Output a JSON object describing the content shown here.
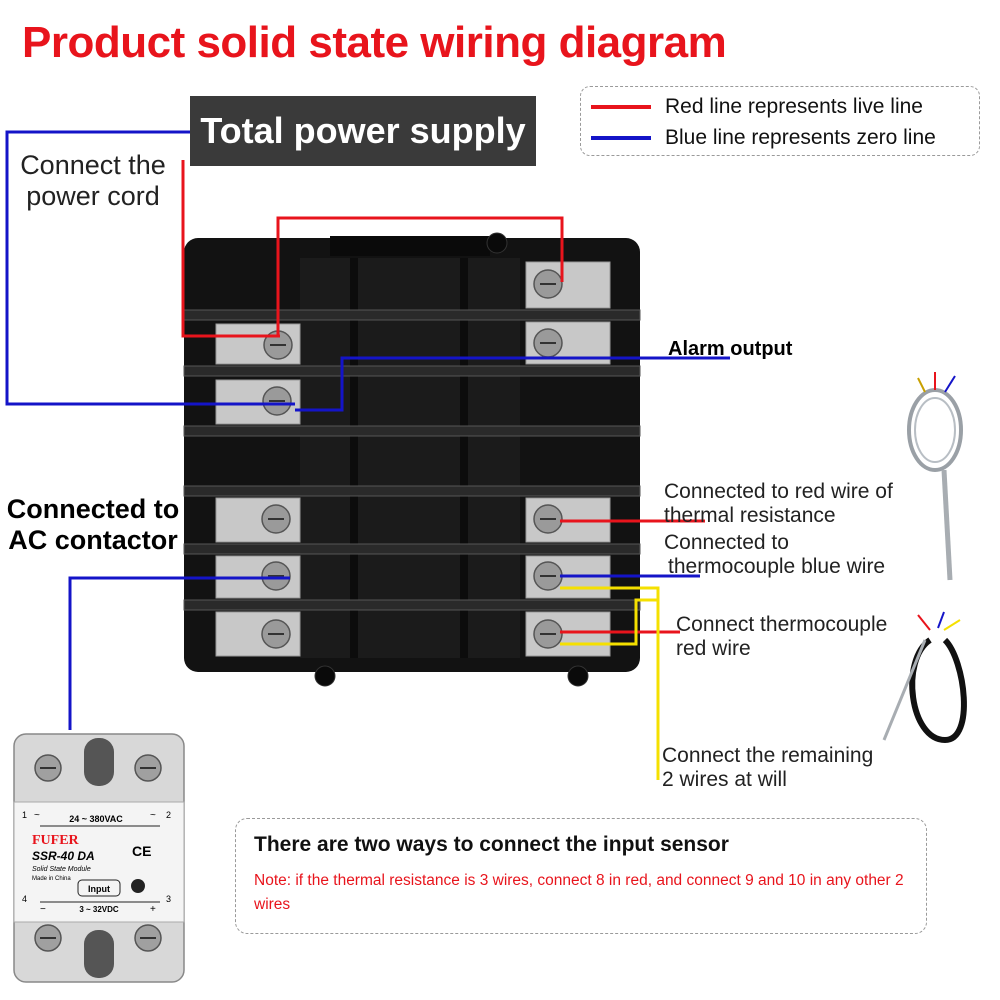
{
  "title": "Product solid state wiring diagram",
  "power_box": {
    "label": "Total power supply"
  },
  "legend": {
    "red_text": "Red line represents live line",
    "blue_text": "Blue line represents zero line",
    "red_color": "#e8141c",
    "blue_color": "#1414c8"
  },
  "labels": {
    "power_cord_1": "Connect the",
    "power_cord_2": "power cord",
    "alarm": "Alarm output",
    "ac_1": "Connected to",
    "ac_2": "AC contactor",
    "thermal_1": "Connected to red wire of",
    "thermal_2": "thermal resistance",
    "tc_blue_1": "Connected to",
    "tc_blue_2": "thermocouple blue wire",
    "tc_red_1": "Connect thermocouple",
    "tc_red_2": "red wire",
    "remaining_1": "Connect the remaining",
    "remaining_2": "2 wires at will"
  },
  "ssr": {
    "brand": "FUFER",
    "model": "SSR-40 DA",
    "subtitle": "Solid State Module",
    "made": "Made in China",
    "ac_range": "24 ~ 380VAC",
    "input_label": "Input",
    "dc_range": "3 ~ 32VDC",
    "ce": "CE",
    "t1": "1",
    "t2": "2",
    "t3": "3",
    "t4": "4",
    "tilde": "~",
    "minus": "−",
    "plus": "+"
  },
  "note": {
    "title": "There are two ways to connect the input sensor",
    "text": "Note: if the thermal resistance is 3 wires, connect 8 in red, and connect 9 and 10 in any other 2 wires"
  },
  "colors": {
    "live": "#e8141c",
    "zero": "#1414c8",
    "sensor": "#f5e000",
    "terminal_body": "#111111"
  }
}
